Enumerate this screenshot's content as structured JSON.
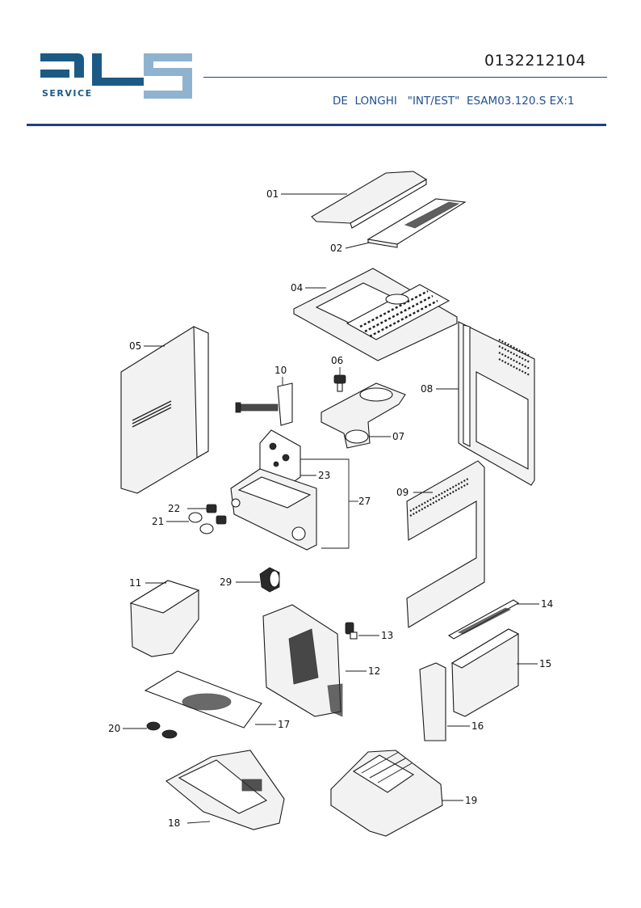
{
  "header": {
    "logo_text": "SERVICE",
    "logo_letters": "DLS",
    "document_code": "0132212104",
    "model_line": "DE  LONGHI   \"INT/EST\"  ESAM03.120.S EX:1"
  },
  "colors": {
    "brand_dark": "#1c5a86",
    "brand_light": "#8fb3cf",
    "rule": "#1f3f8a"
  },
  "parts": [
    {
      "id": "01"
    },
    {
      "id": "02"
    },
    {
      "id": "04"
    },
    {
      "id": "05"
    },
    {
      "id": "06"
    },
    {
      "id": "07"
    },
    {
      "id": "08"
    },
    {
      "id": "09"
    },
    {
      "id": "10"
    },
    {
      "id": "11"
    },
    {
      "id": "12"
    },
    {
      "id": "13"
    },
    {
      "id": "14"
    },
    {
      "id": "15"
    },
    {
      "id": "16"
    },
    {
      "id": "17"
    },
    {
      "id": "18"
    },
    {
      "id": "19"
    },
    {
      "id": "20"
    },
    {
      "id": "21"
    },
    {
      "id": "22"
    },
    {
      "id": "23"
    },
    {
      "id": "27"
    },
    {
      "id": "29"
    }
  ]
}
